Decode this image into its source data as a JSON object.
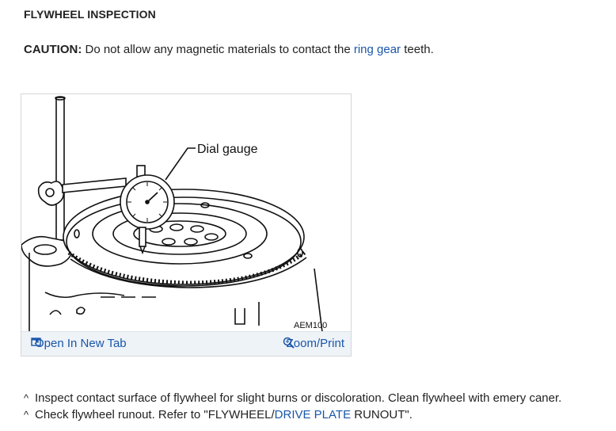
{
  "heading": "FLYWHEEL INSPECTION",
  "caution": {
    "label": "CAUTION:",
    "text_before": " Do not allow any magnetic materials to contact the ",
    "link": "ring gear",
    "text_after": " teeth."
  },
  "figure": {
    "callout": "Dial gauge",
    "code": "AEM100",
    "open_label": "Open In New Tab",
    "zoom_label": "Zoom/Print",
    "open_icon": "open-new-tab-icon",
    "zoom_icon": "magnifier-icon"
  },
  "bullets": [
    {
      "marker": "^",
      "text_before": "Inspect contact surface of flywheel for slight burns or discoloration. Clean flywheel with emery caner.",
      "link": "",
      "text_after": ""
    },
    {
      "marker": "^",
      "text_before": "Check flywheel runout. Refer to \"FLYWHEEL/",
      "link": "DRIVE PLATE",
      "text_after": " RUNOUT\"."
    }
  ],
  "colors": {
    "link": "#1a56a8",
    "bar": "#eef3f8"
  }
}
